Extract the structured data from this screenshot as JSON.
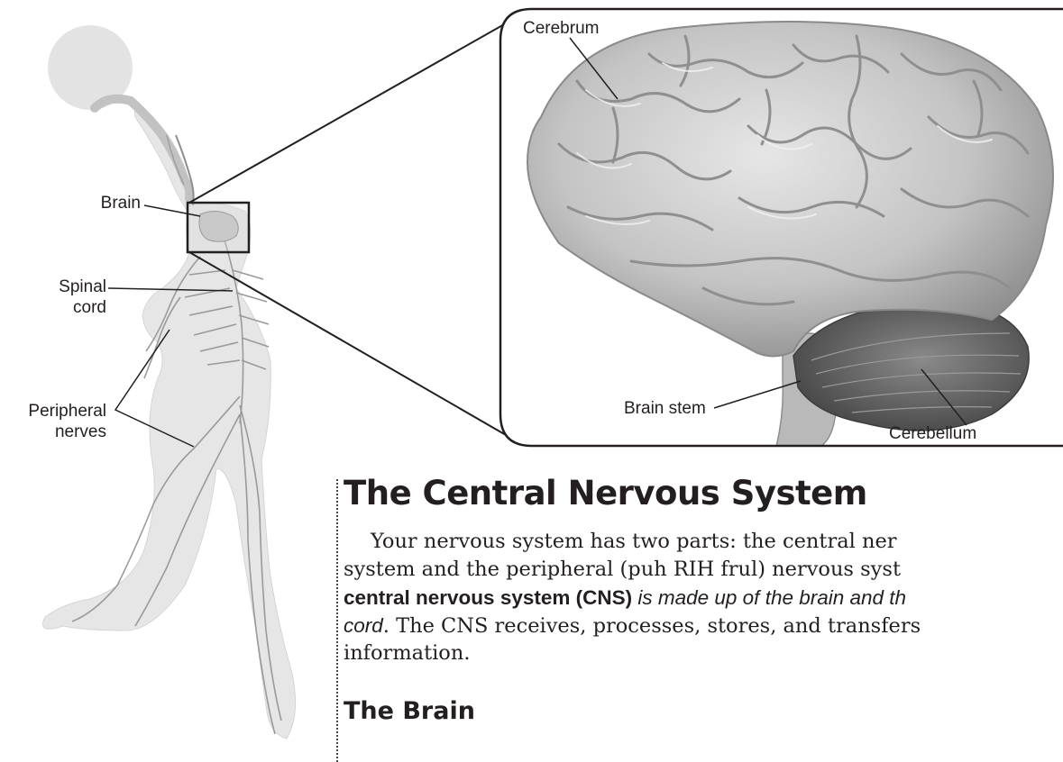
{
  "figure": {
    "body_labels": {
      "brain": "Brain",
      "spinal_cord": [
        "Spinal",
        "cord"
      ],
      "peripheral_nerves": [
        "Peripheral",
        "nerves"
      ]
    },
    "brain_labels": {
      "cerebrum": "Cerebrum",
      "brain_stem": "Brain stem",
      "cerebellum": "Cerebellum"
    }
  },
  "section": {
    "heading": "The Central Nervous System",
    "paragraph": {
      "line1": "Your nervous system has two parts: the central ner",
      "line2": "system and the peripheral (puh RIH frul) nervous syst",
      "term": "central nervous system (CNS)",
      "definition_part": " is made up of the brain and th",
      "definition_end": "cord",
      "line4_rest": ". The CNS receives, processes, stores, and transfers",
      "line5": "information."
    },
    "subheading": "The Brain"
  },
  "colors": {
    "text": "#231f20",
    "body_silhouette": "#e4e4e4",
    "brain_fill": "#c8c8c8",
    "cerebellum_fill": "#6e6e6e"
  }
}
